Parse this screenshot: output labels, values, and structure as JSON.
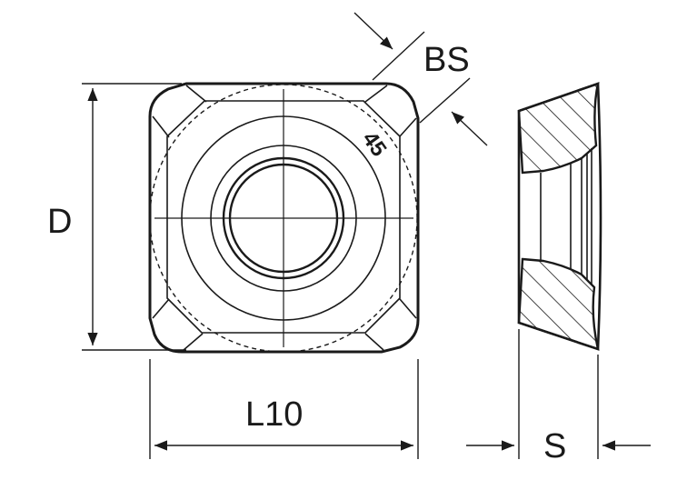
{
  "labels": {
    "d": "D",
    "bs": "BS",
    "l10": "L10",
    "s": "S",
    "angle_mark": "45"
  }
}
